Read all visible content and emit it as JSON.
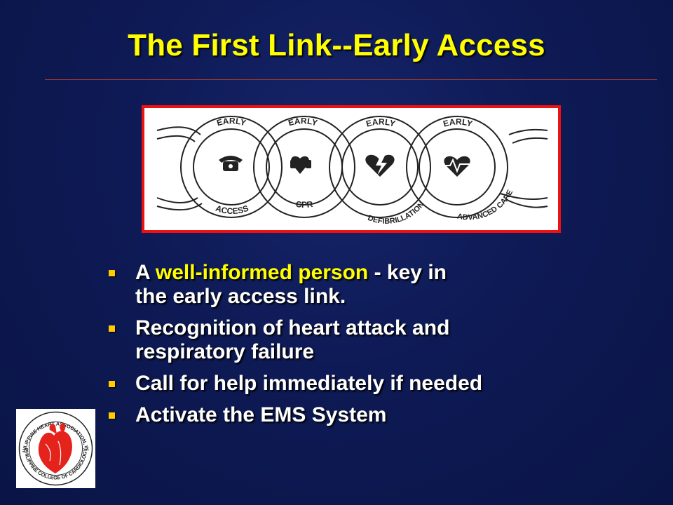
{
  "slide": {
    "title": "The First Link--Early Access"
  },
  "chain": {
    "links": [
      {
        "top": "EARLY",
        "bottom": "ACCESS",
        "icon": "telephone-icon"
      },
      {
        "top": "EARLY",
        "bottom": "CPR",
        "icon": "hands-heart-icon"
      },
      {
        "top": "EARLY",
        "bottom": "DEFIBRILLATION",
        "icon": "lightning-heart-icon"
      },
      {
        "top": "EARLY",
        "bottom": "ADVANCED CARE",
        "icon": "heartbeat-heart-icon"
      }
    ]
  },
  "bullets": [
    {
      "prefix": "A ",
      "highlight": "well-informed person",
      "suffix": " - key in",
      "line2": "the early access link."
    },
    {
      "line1": "Recognition of heart attack and",
      "line2": "respiratory failure"
    },
    {
      "line1": "Call for help immediately if needed"
    },
    {
      "line1": "Activate the EMS System"
    }
  ],
  "logo": {
    "text_top": "PHILIPPINE HEART ASSOCIATION, INC.",
    "text_bottom": "PHILIPPINE COLLEGE OF CARDIOLOGY"
  },
  "colors": {
    "title": "#ffff00",
    "highlight": "#ffff00",
    "bullet_marker": "#ffcc00",
    "frame_border": "#ee1111",
    "background": "#0e1a55"
  }
}
